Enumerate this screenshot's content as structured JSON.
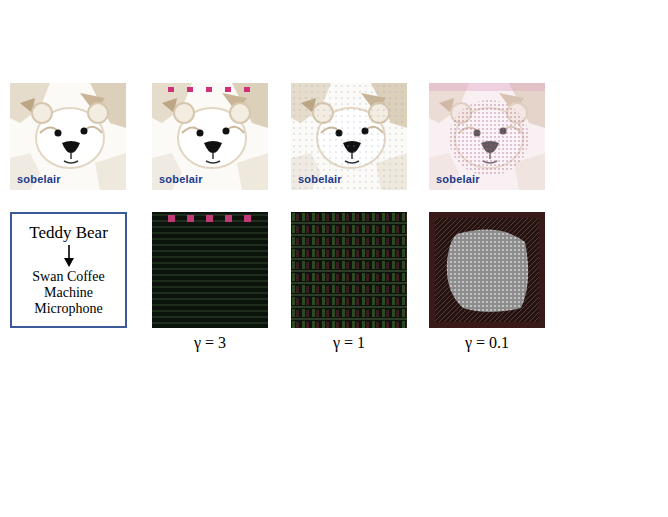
{
  "diagram": {
    "nodes": [
      {
        "text": [
          "Teddy Bear",
          "Swan Coffee Machine Microphone"
        ]
      }
    ],
    "edges": [],
    "labels": [
      "sobelair",
      "sobelair",
      "sobelair",
      "sobelair",
      "γ = 3",
      "γ = 1",
      "γ = 0.1"
    ]
  }
}
